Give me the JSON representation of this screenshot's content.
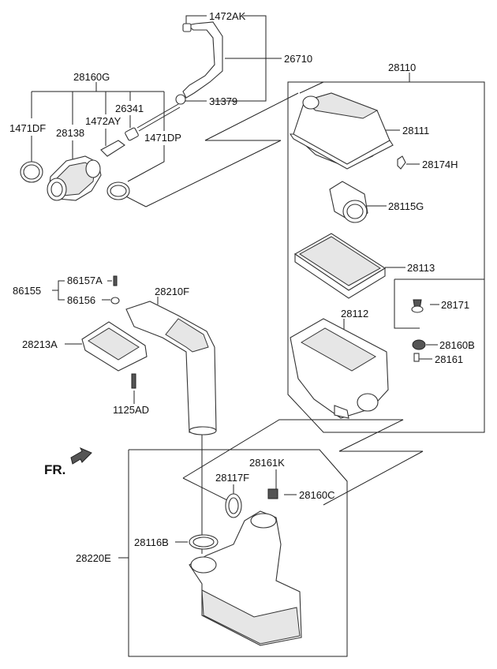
{
  "labels": {
    "l1472AK": "1472AK",
    "l26710": "26710",
    "l31379": "31379",
    "l28160G": "28160G",
    "l26341": "26341",
    "l1472AY": "1472AY",
    "l1471DF": "1471DF",
    "l28138": "28138",
    "l1471DP": "1471DP",
    "l28110": "28110",
    "l28111": "28111",
    "l28174H": "28174H",
    "l28115G": "28115G",
    "l28113": "28113",
    "l28171": "28171",
    "l28112": "28112",
    "l28160B": "28160B",
    "l28161": "28161",
    "l86157A": "86157A",
    "l86155": "86155",
    "l86156": "86156",
    "l28210F": "28210F",
    "l28213A": "28213A",
    "l1125AD": "1125AD",
    "lFR": "FR.",
    "l28161K": "28161K",
    "l28117F": "28117F",
    "l28160C": "28160C",
    "l28116B": "28116B",
    "l28220E": "28220E"
  }
}
